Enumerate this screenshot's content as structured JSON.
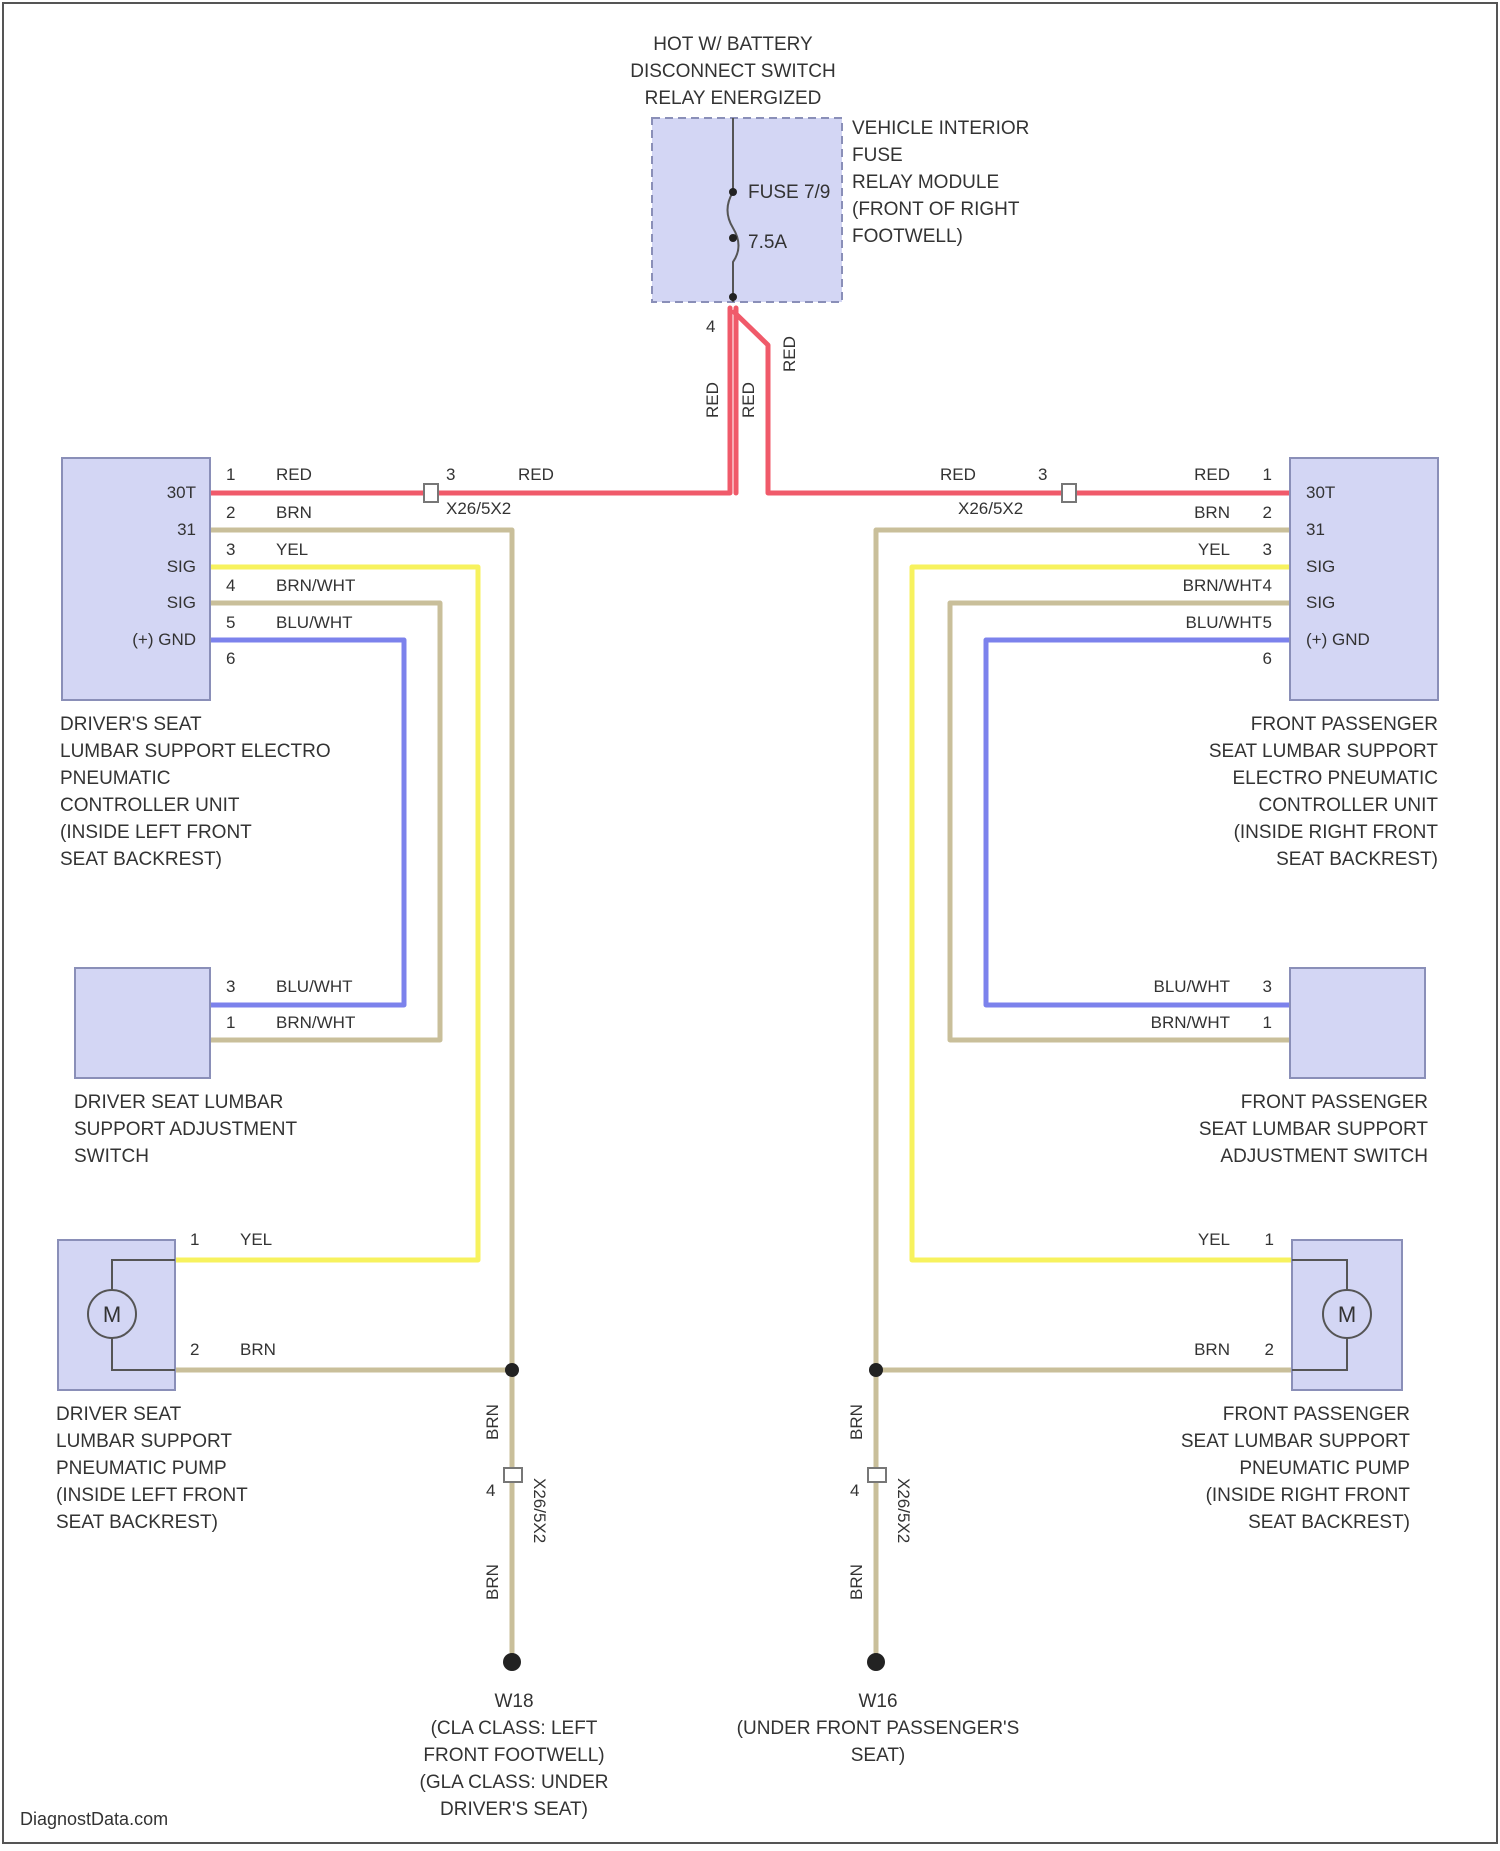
{
  "colors": {
    "red": "#f05a6a",
    "brown": "#c9bf9a",
    "yellow": "#f7f25e",
    "blue": "#7c82ec",
    "component_fill": "#d3d6f4"
  },
  "power_source": {
    "title_lines": [
      "HOT W/ BATTERY",
      "DISCONNECT SWITCH",
      "RELAY ENERGIZED"
    ]
  },
  "fuse_module": {
    "name_lines": [
      "VEHICLE INTERIOR",
      "FUSE",
      "RELAY MODULE",
      "(FRONT OF RIGHT",
      "FOOTWELL)"
    ],
    "fuse_label": "FUSE 7/9",
    "fuse_rating": "7.5A",
    "pin": "4"
  },
  "drivers_controller": {
    "name_lines": [
      "DRIVER'S SEAT",
      "LUMBAR SUPPORT ELECTRO",
      "PNEUMATIC",
      "CONTROLLER UNIT",
      "(INSIDE LEFT FRONT",
      "SEAT BACKREST)"
    ],
    "terminals": [
      "30T",
      "31",
      "SIG",
      "SIG",
      "(+) GND"
    ],
    "pins": [
      "1",
      "2",
      "3",
      "4",
      "5",
      "6"
    ],
    "wires": [
      "RED",
      "BRN",
      "YEL",
      "BRN/WHT",
      "BLU/WHT"
    ]
  },
  "passenger_controller": {
    "name_lines": [
      "FRONT PASSENGER",
      "SEAT LUMBAR SUPPORT",
      "ELECTRO PNEUMATIC",
      "CONTROLLER UNIT",
      "(INSIDE RIGHT FRONT",
      "SEAT BACKREST)"
    ],
    "terminals": [
      "30T",
      "31",
      "SIG",
      "SIG",
      "(+) GND"
    ],
    "pins": [
      "1",
      "2",
      "3",
      "4",
      "5",
      "6"
    ],
    "wires": [
      "RED",
      "BRN",
      "YEL",
      "BRN/WHT",
      "BLU/WHT"
    ]
  },
  "connector_left": {
    "pin": "3",
    "id": "X26/5X2",
    "wire": "RED"
  },
  "connector_right": {
    "pin": "3",
    "id": "X26/5X2",
    "wire": "RED"
  },
  "feed_wires": [
    "RED",
    "RED",
    "RED"
  ],
  "drivers_switch": {
    "name_lines": [
      "DRIVER SEAT LUMBAR",
      "SUPPORT ADJUSTMENT",
      "SWITCH"
    ],
    "pins": [
      "3",
      "1"
    ],
    "wires": [
      "BLU/WHT",
      "BRN/WHT"
    ]
  },
  "passenger_switch": {
    "name_lines": [
      "FRONT PASSENGER",
      "SEAT LUMBAR SUPPORT",
      "ADJUSTMENT SWITCH"
    ],
    "pins": [
      "3",
      "1"
    ],
    "wires": [
      "BLU/WHT",
      "BRN/WHT"
    ]
  },
  "drivers_pump": {
    "name_lines": [
      "DRIVER SEAT",
      "LUMBAR SUPPORT",
      "PNEUMATIC PUMP",
      "(INSIDE LEFT FRONT",
      "SEAT BACKREST)"
    ],
    "motor": "M",
    "pins": [
      "1",
      "2"
    ],
    "wires": [
      "YEL",
      "BRN"
    ]
  },
  "passenger_pump": {
    "name_lines": [
      "FRONT PASSENGER",
      "SEAT LUMBAR SUPPORT",
      "PNEUMATIC PUMP",
      "(INSIDE RIGHT FRONT",
      "SEAT BACKREST)"
    ],
    "motor": "M",
    "pins": [
      "1",
      "2"
    ],
    "wires": [
      "YEL",
      "BRN"
    ]
  },
  "ground_left": {
    "connector_pin": "4",
    "connector_id": "X26/5X2",
    "wires": [
      "BRN",
      "BRN"
    ],
    "name_lines": [
      "W18",
      "(CLA CLASS: LEFT",
      "FRONT FOOTWELL)",
      "(GLA CLASS: UNDER",
      "DRIVER'S SEAT)"
    ]
  },
  "ground_right": {
    "connector_pin": "4",
    "connector_id": "X26/5X2",
    "wires": [
      "BRN",
      "BRN"
    ],
    "name_lines": [
      "W16",
      "(UNDER FRONT PASSENGER'S",
      "SEAT)"
    ]
  },
  "watermark": "DiagnostData.com"
}
